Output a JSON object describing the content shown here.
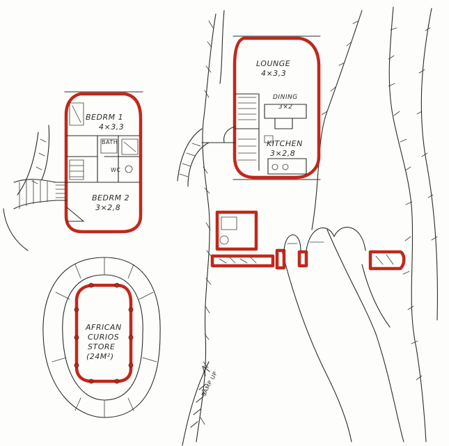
{
  "plan": {
    "lounge": {
      "name": "LOUNGE",
      "size": "4×3,3"
    },
    "dining": {
      "name": "DINING",
      "size": "3×2"
    },
    "kitchen": {
      "name": "KITCHEN",
      "size": "3×2,8"
    },
    "bedroom1": {
      "name": "BEDRM 1",
      "size": "4×3,3"
    },
    "bedroom2": {
      "name": "BEDRM 2",
      "size": "3×2,8"
    },
    "bath": {
      "name": "BATH"
    },
    "wc": {
      "name": "WC"
    },
    "store": {
      "line1": "AFRICAN",
      "line2": "CURIOS",
      "line3": "STORE",
      "area": "(24M²)"
    },
    "ramp": "RAMP UP",
    "wall_color": "#c0281a"
  }
}
